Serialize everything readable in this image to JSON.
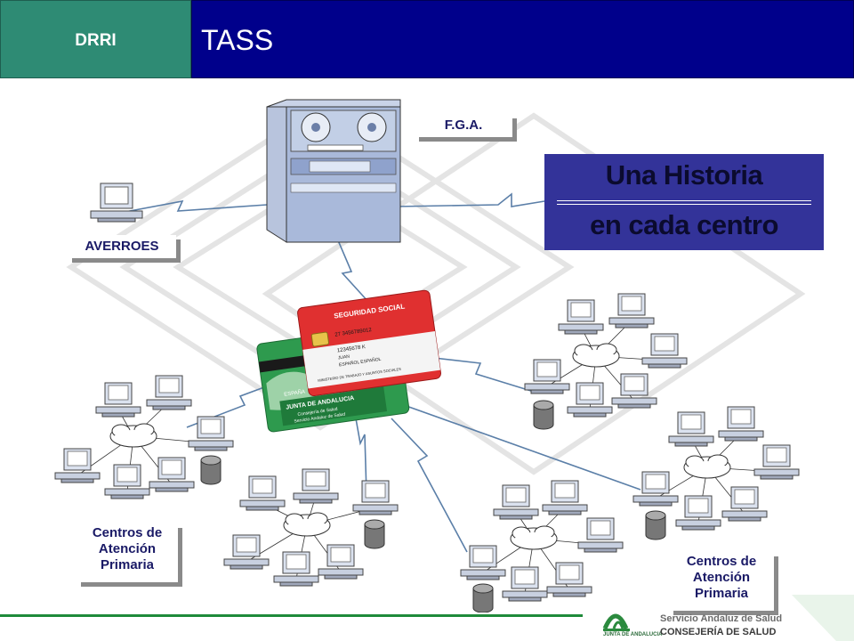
{
  "header": {
    "section_label": "DRRI",
    "title": "TASS"
  },
  "labels": {
    "fga": "F.G.A.",
    "averroes": "AVERROES",
    "centros_left": [
      "Centros de",
      "Atención",
      "Primaria"
    ],
    "centros_right": [
      "Centros de",
      "Atención",
      "Primaria"
    ]
  },
  "banner": {
    "line1": "Una Historia",
    "line2": "en cada centro"
  },
  "card": {
    "front_title": "SEGURIDAD SOCIAL",
    "number": "27 3456789012",
    "dni": "12345678 K",
    "name": "JUAN",
    "surname": "ESPAÑOL ESPAÑOL",
    "ministry": "MINISTERIO DE TRABAJO Y ASUNTOS SOCIALES",
    "country": "ESPAÑA",
    "back_title": "JUNTA DE ANDALUCIA",
    "back_sub1": "Consejería de Salud",
    "back_sub2": "Servicio Andaluz de Salud"
  },
  "footer": {
    "logo_caption": "JUNTA DE ANDALUCIA",
    "org_line1": "Servicio Andaluz de Salud",
    "org_line2": "CONSEJERÍA DE SALUD"
  },
  "colors": {
    "header_green": "#2e8b74",
    "header_blue": "#00008b",
    "banner_bg": "#333399",
    "label_text": "#1a1a66",
    "link_line": "#5b7fa8",
    "footer_green": "#1f8a3a"
  }
}
